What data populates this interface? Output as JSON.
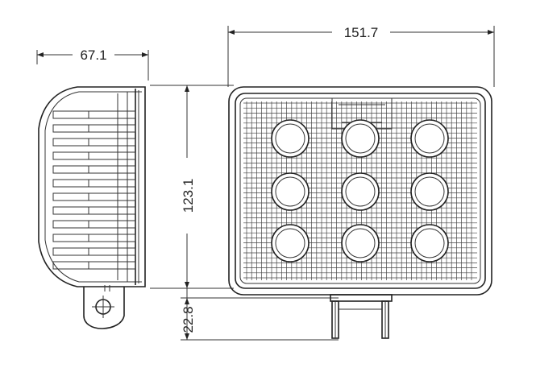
{
  "dimensions": {
    "side_width": "67.1",
    "front_width": "151.7",
    "front_height": "123.1",
    "bracket_height": "22.8"
  },
  "colors": {
    "line": "#222222",
    "background": "#ffffff"
  }
}
